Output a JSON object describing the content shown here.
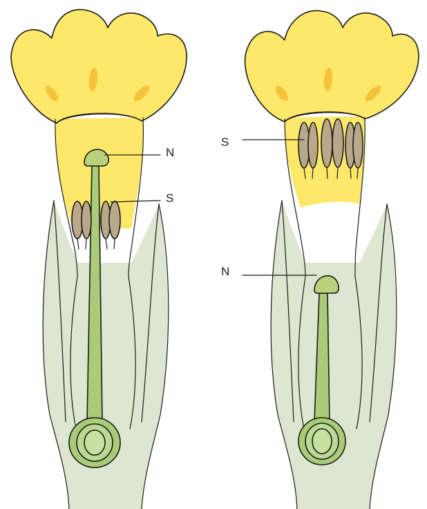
{
  "labels": {
    "left_N": "N",
    "left_S": "S",
    "right_S": "S",
    "right_N": "N"
  },
  "colors": {
    "petal_yellow": "#fde86a",
    "petal_spot": "#f5c33b",
    "sepal_green": "#dbe7d0",
    "pistil_green": "#a9cc78",
    "stigma_green": "#b8d17a",
    "anther_brown": "#b9a98a",
    "outline": "#1a1a1a"
  }
}
